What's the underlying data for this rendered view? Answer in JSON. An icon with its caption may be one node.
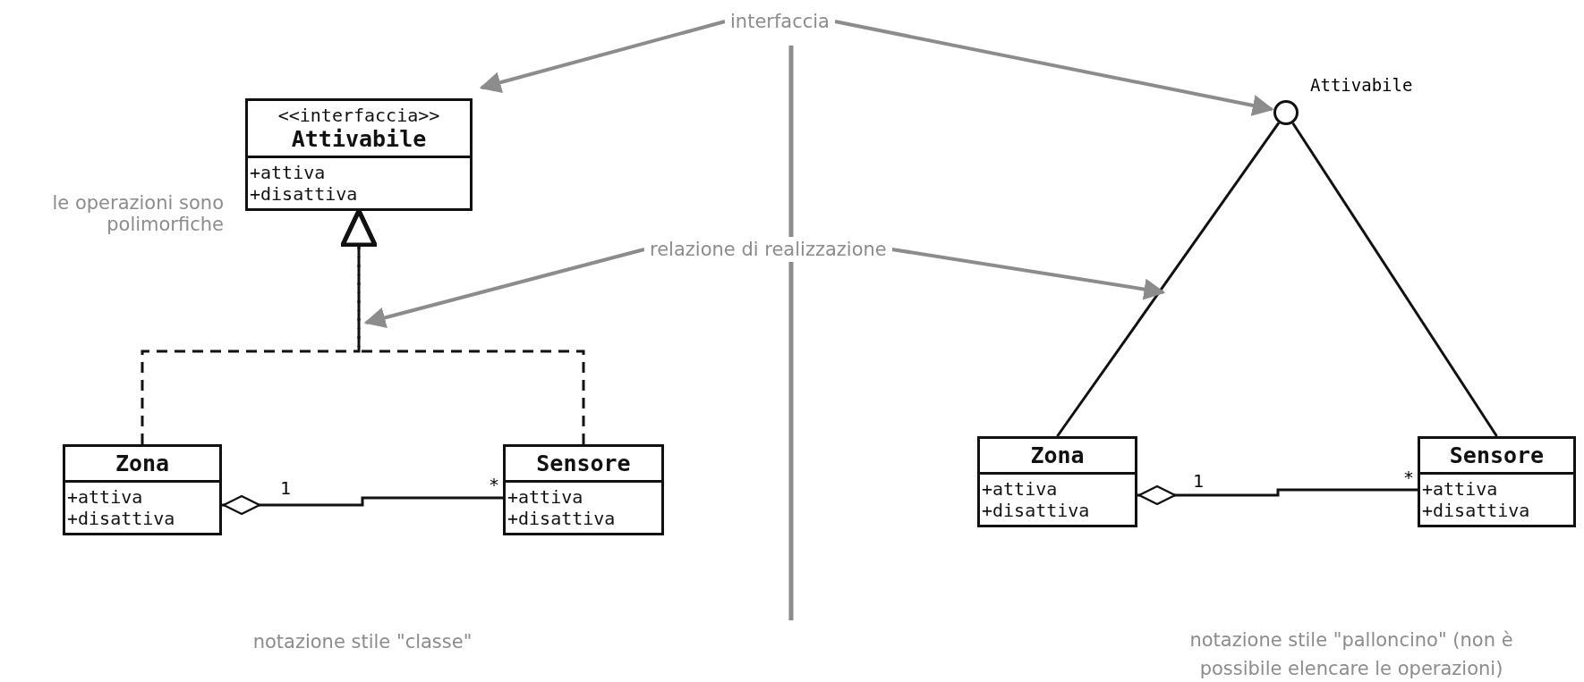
{
  "diagram": {
    "nodes": [
      {
        "text": [
          "<<interfaccia>>",
          "Attivabile",
          "+attiva",
          "+disattiva"
        ],
        "beside": [
          "le operazioni sono polimorfiche"
        ]
      },
      {
        "text": [
          "Zona",
          "+attiva",
          "+disattiva"
        ]
      },
      {
        "text": [
          "Sensore",
          "+attiva",
          "+disattiva"
        ]
      },
      {
        "text": [],
        "shape": "circle",
        "beside": [
          "Attivabile"
        ]
      },
      {
        "text": [
          "Zona",
          "+attiva",
          "+disattiva"
        ]
      },
      {
        "text": [
          "Sensore",
          "+attiva",
          "+disattiva"
        ]
      },
      {
        "text": [
          "interfaccia"
        ]
      },
      {
        "text": [
          "relazione di realizzazione"
        ]
      }
    ],
    "edges": [
      {
        "from": 1,
        "to": 0,
        "arrow": "to",
        "style": "dashed"
      },
      {
        "from": 2,
        "to": 0,
        "arrow": "to",
        "style": "dashed"
      },
      {
        "from": 1,
        "to": 2,
        "arrow": "other"
      },
      {
        "from": 4,
        "to": 3,
        "arrow": "none"
      },
      {
        "from": 5,
        "to": 3,
        "arrow": "none"
      },
      {
        "from": 4,
        "to": 5,
        "arrow": "other"
      },
      {
        "from": 6,
        "to": 0,
        "arrow": "to",
        "color": "#8c8c8c"
      },
      {
        "from": 6,
        "to": 3,
        "arrow": "to",
        "color": "#8c8c8c"
      },
      {
        "from": 7,
        "to": null,
        "arrow": "to",
        "color": "#8c8c8c"
      },
      {
        "from": 7,
        "to": null,
        "arrow": "to",
        "color": "#8c8c8c"
      }
    ],
    "labels": [
      "1",
      "*",
      "1",
      "*",
      "notazione stile \"classe\"",
      "notazione stile \"palloncino\" (non è possibile elencare le operazioni)"
    ]
  }
}
